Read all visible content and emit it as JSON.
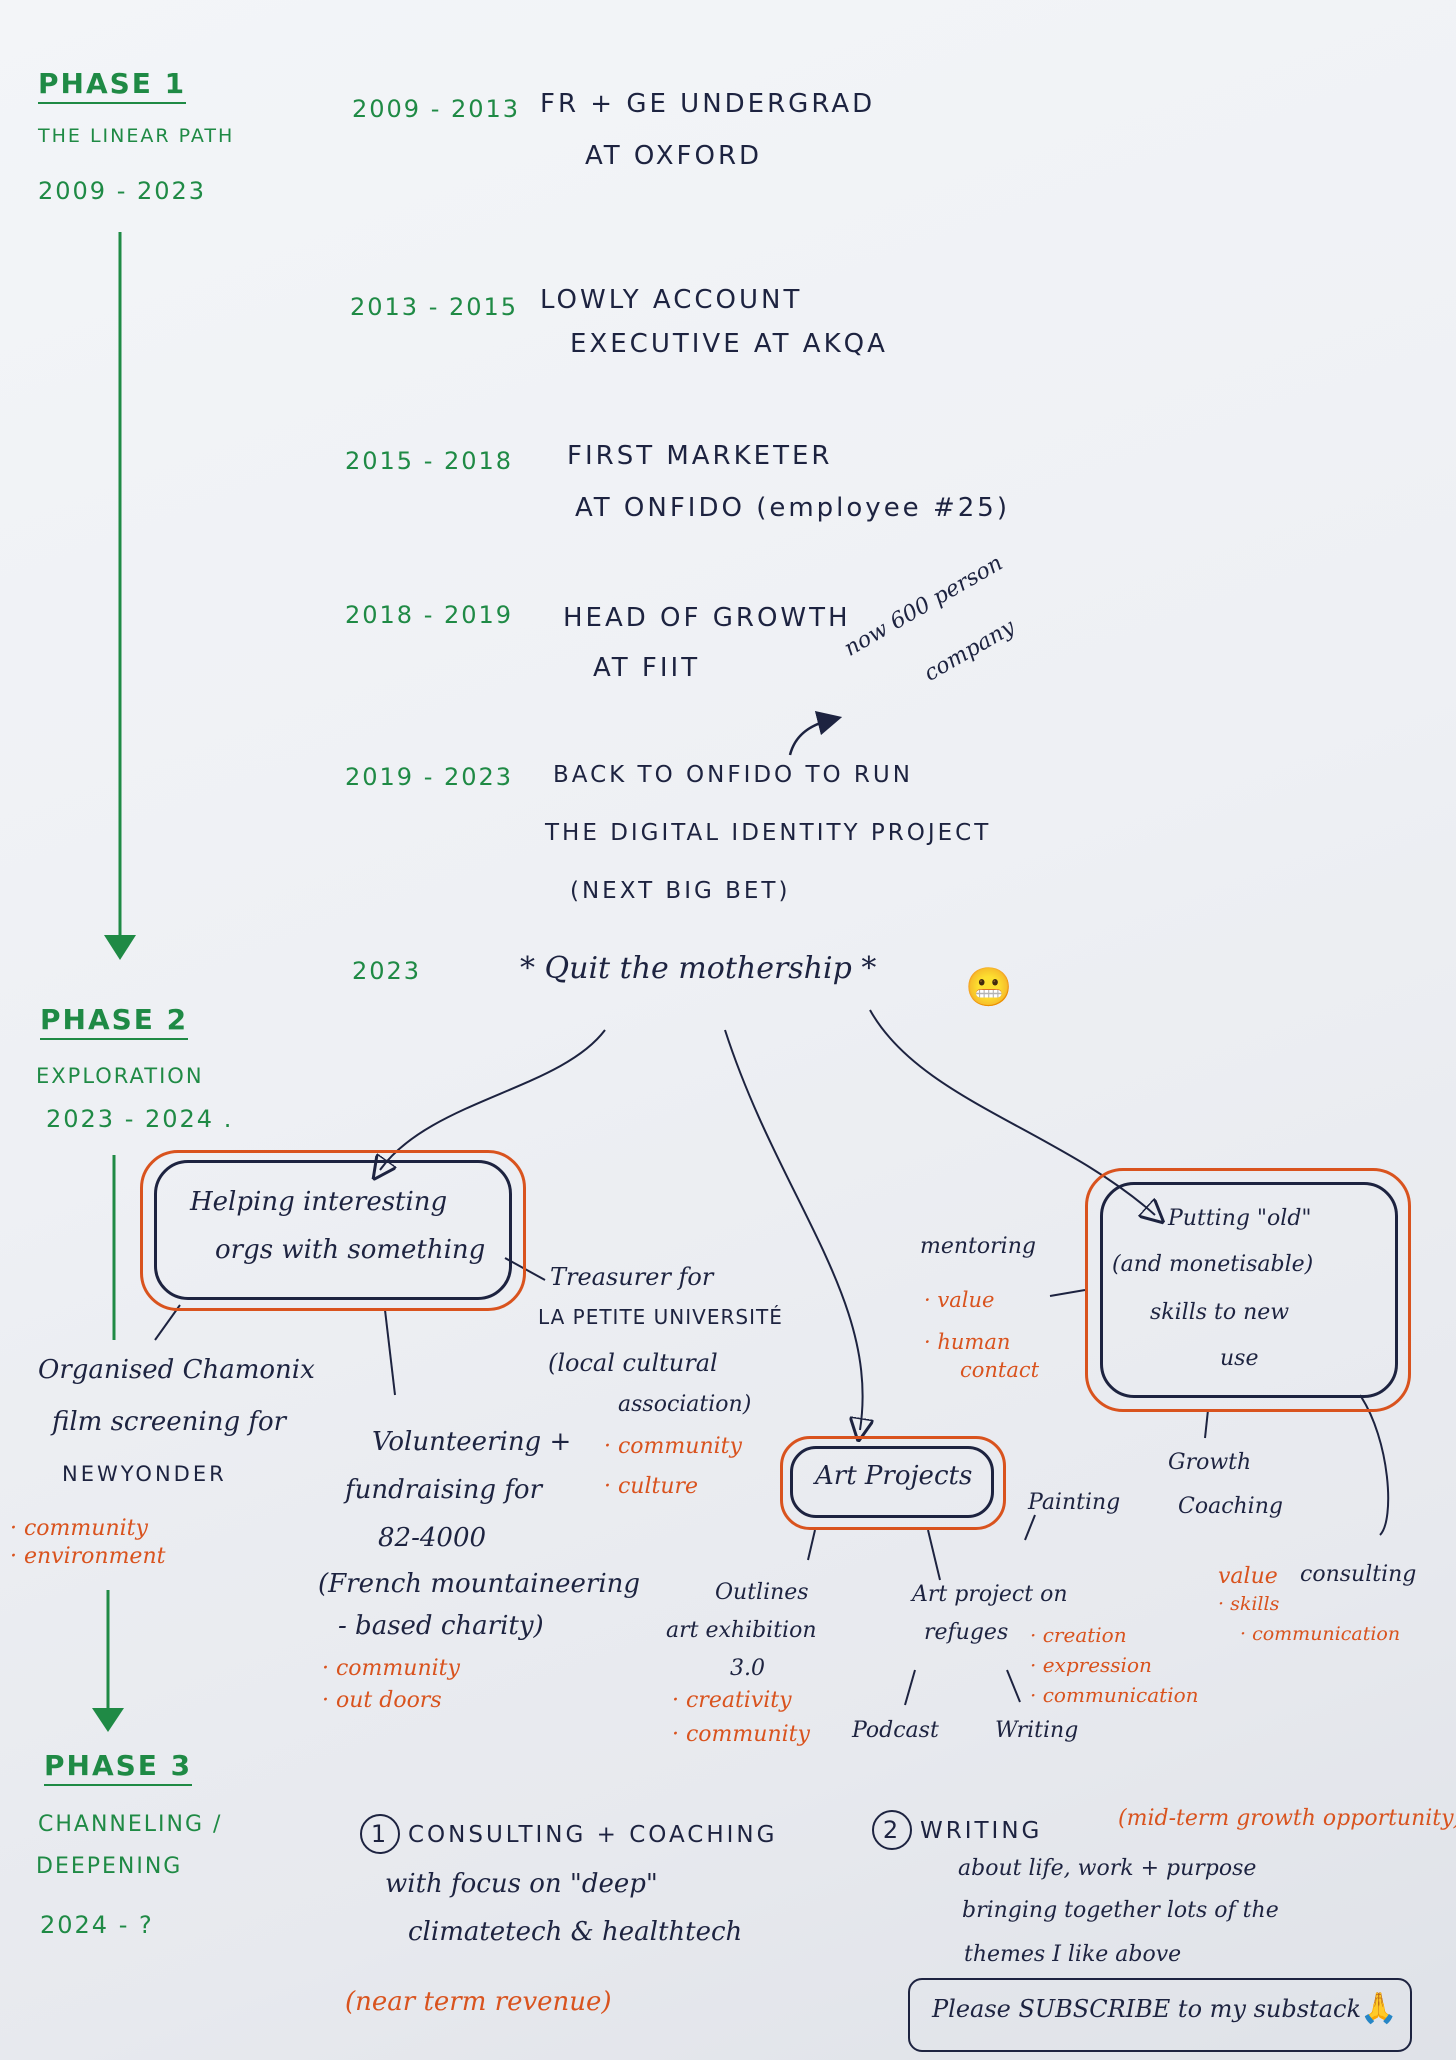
{
  "phase1": {
    "title": "PHASE 1",
    "subtitle": "THE LINEAR PATH",
    "years": "2009 - 2023"
  },
  "phase2": {
    "title": "PHASE 2",
    "subtitle": "EXPLORATION",
    "years": "2023 - 2024 ."
  },
  "phase3": {
    "title": "PHASE 3",
    "subtitle_line1": "CHANNELING /",
    "subtitle_line2": "DEEPENING",
    "years": "2024 - ?"
  },
  "timeline": [
    {
      "years": "2009 - 2013",
      "line1": "FR + GE UNDERGRAD",
      "line2": "AT OXFORD"
    },
    {
      "years": "2013 - 2015",
      "line1": "LOWLY ACCOUNT",
      "line2": "EXECUTIVE AT AKQA"
    },
    {
      "years": "2015 - 2018",
      "line1": "FIRST MARKETER",
      "line2": "AT ONFIDO (employee #25)"
    },
    {
      "years": "2018 - 2019",
      "line1": "HEAD OF GROWTH",
      "line2": "AT FIIT"
    },
    {
      "years": "2019 - 2023",
      "line1": "BACK TO ONFIDO TO RUN",
      "line2": "THE DIGITAL IDENTITY PROJECT",
      "line3": "(NEXT BIG BET)"
    }
  ],
  "annotation_company": {
    "line1": "now 600 person",
    "line2": "company"
  },
  "quit": {
    "year": "2023",
    "text": "* Quit the mothership *",
    "emoji": "😬"
  },
  "branches": {
    "helping": {
      "box_line1": "Helping interesting",
      "box_line2": "orgs with something",
      "chamonix": {
        "line1": "Organised Chamonix",
        "line2": "film screening for",
        "line3": "NEWYONDER",
        "tags": [
          "· community",
          "· environment"
        ]
      },
      "volunteering": {
        "line1": "Volunteering +",
        "line2": "fundraising for",
        "line3": "82-4000",
        "line4": "(French mountaineering",
        "line5": "- based charity)",
        "tags": [
          "· community",
          "· out doors"
        ]
      },
      "treasurer": {
        "line1": "Treasurer for",
        "line2": "LA PETITE UNIVERSITÉ",
        "line3": "(local cultural",
        "line4": "association)",
        "tags": [
          "· community",
          "· culture"
        ]
      }
    },
    "art": {
      "box_label": "Art Projects",
      "outlines": {
        "line1": "Outlines",
        "line2": "art exhibition",
        "line3": "3.0",
        "tags": [
          "· creativity",
          "· community"
        ]
      },
      "refuges": {
        "line1": "Art project on",
        "line2": "refuges",
        "tags": [
          "· creation",
          "· expression",
          "· communication"
        ]
      },
      "painting": "Painting",
      "podcast": "Podcast",
      "writing": "Writing"
    },
    "skills": {
      "box_line1": "Putting \"old\"",
      "box_line2": "(and monetisable)",
      "box_line3": "skills to new",
      "box_line4": "use",
      "mentoring": "mentoring",
      "mentoring_tags": [
        "· value",
        "· human",
        "contact"
      ],
      "growth_coaching_line1": "Growth",
      "growth_coaching_line2": "Coaching",
      "consulting": "consulting",
      "consulting_tags": [
        "value",
        "· skills",
        "· communication"
      ]
    }
  },
  "phase3_items": {
    "item1": {
      "num": "1",
      "line1": "CONSULTING + COACHING",
      "line2": "with focus on \"deep\"",
      "line3": "climatetech & healthtech",
      "note": "(near term revenue)"
    },
    "item2": {
      "num": "2",
      "line1": "WRITING",
      "note": "(mid-term growth opportunity)",
      "line2": "about life, work + purpose",
      "line3": "bringing together lots of the",
      "line4": "themes I like above"
    },
    "subscribe": "Please SUBSCRIBE to my substack",
    "subscribe_icon": "🙏"
  }
}
